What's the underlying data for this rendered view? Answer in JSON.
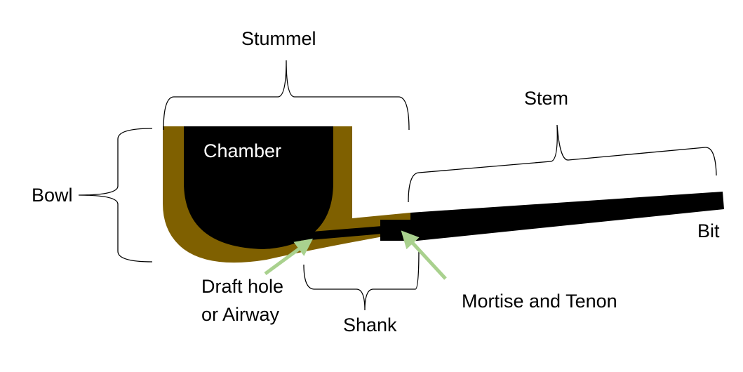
{
  "labels": {
    "stummel": "Stummel",
    "stem": "Stem",
    "chamber": "Chamber",
    "bowl": "Bowl",
    "bit": "Bit",
    "draft_hole_line1": "Draft hole",
    "draft_hole_line2": "or Airway",
    "shank": "Shank",
    "mortise_tenon": "Mortise and Tenon"
  },
  "colors": {
    "briar": "#7F6000",
    "stem": "#000000",
    "chamber": "#000000",
    "arrow": "#A9D18E",
    "brace": "#000000",
    "background": "#FFFFFF"
  }
}
